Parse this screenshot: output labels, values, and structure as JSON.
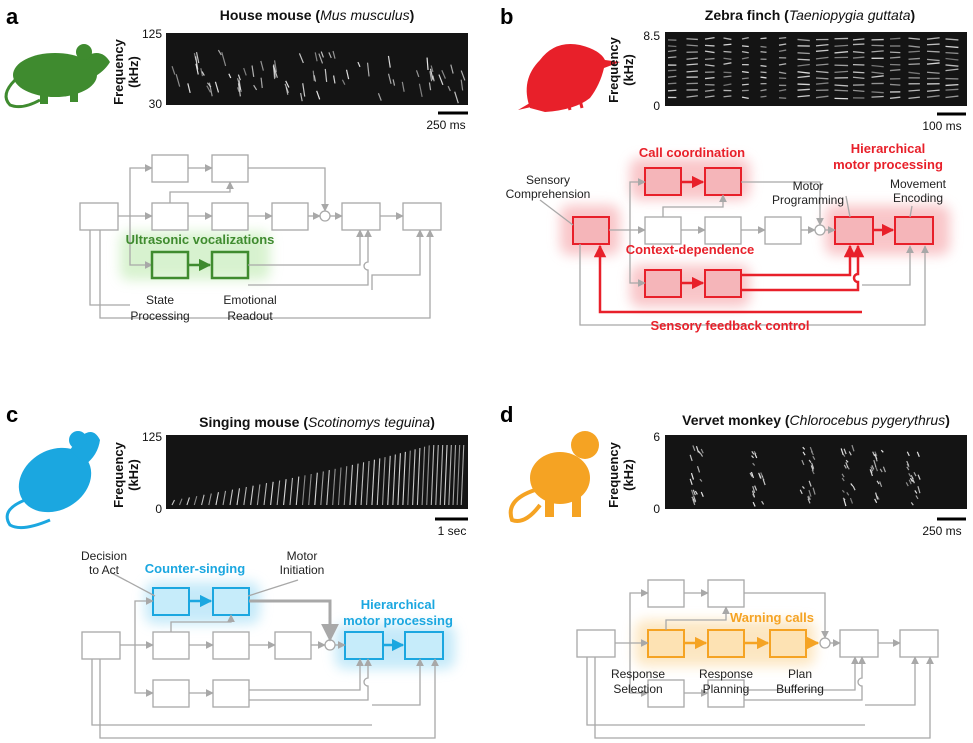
{
  "panels": {
    "a": {
      "letter": "a",
      "title_common": "House mouse",
      "title_latin": "Mus musculus",
      "y_axis_label": "Frequency (kHz)",
      "y_max": "125",
      "y_min": "30",
      "scale": "250 ms",
      "highlight": "Ultrasonic vocalizations",
      "labels": [
        "State",
        "Processing",
        "Emotional",
        "Readout"
      ],
      "accent": "#3f8b2f"
    },
    "b": {
      "letter": "b",
      "title_common": "Zebra finch",
      "title_latin": "Taeniopygia guttata",
      "y_axis_label": "Frequency (kHz)",
      "y_max": "8.5",
      "y_min": "0",
      "scale": "100 ms",
      "highlights": [
        "Call coordination",
        "Hierarchical",
        "motor processing",
        "Context-dependence",
        "Sensory feedback control"
      ],
      "labels": [
        "Sensory",
        "Comprehension",
        "Motor",
        "Programming",
        "Movement",
        "Encoding"
      ],
      "accent": "#e8202a"
    },
    "c": {
      "letter": "c",
      "title_common": "Singing mouse",
      "title_latin": "Scotinomys teguina",
      "y_axis_label": "Frequency (kHz)",
      "y_max": "125",
      "y_min": "0",
      "scale": "1 sec",
      "highlights": [
        "Counter-singing",
        "Hierarchical",
        "motor processing"
      ],
      "labels": [
        "Decision",
        "to Act",
        "Motor",
        "Initiation"
      ],
      "accent": "#1ba7e0"
    },
    "d": {
      "letter": "d",
      "title_common": "Vervet monkey",
      "title_latin": "Chlorocebus pygerythrus",
      "y_axis_label": "Frequency (kHz)",
      "y_max": "6",
      "y_min": "0",
      "scale": "250 ms",
      "highlight": "Warning calls",
      "labels": [
        "Response",
        "Selection",
        "Response",
        "Planning",
        "Plan",
        "Buffering"
      ],
      "accent": "#f5a323"
    }
  }
}
